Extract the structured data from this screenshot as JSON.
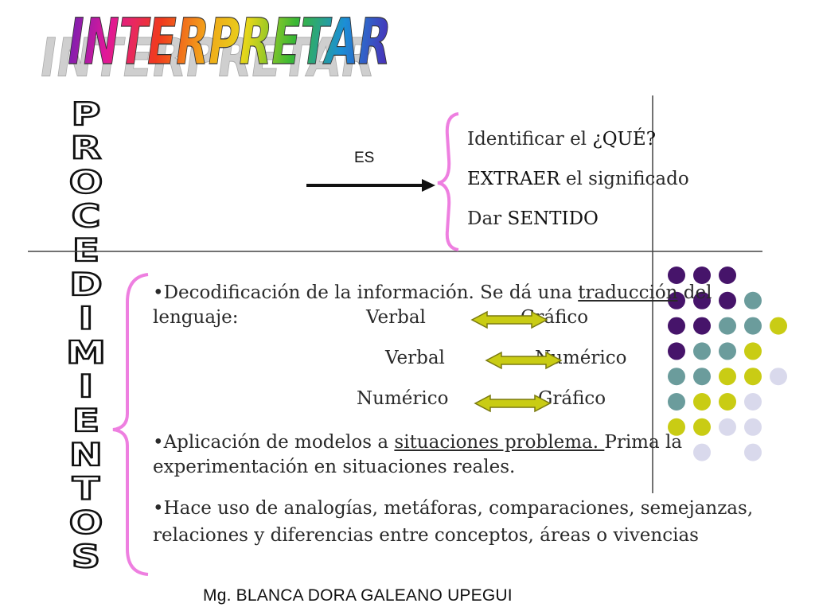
{
  "title": "INTERPRETAR",
  "vertical_title": "PROCEDIMIENTOS",
  "es_label": "ES",
  "definitions": [
    {
      "prefix": "Identificar el ",
      "emph": "¿QUÉ?",
      "suffix": ""
    },
    {
      "prefix": "",
      "emph": "EXTRAER",
      "suffix": " el significado"
    },
    {
      "prefix": "Dar ",
      "emph": "SENTIDO",
      "suffix": ""
    }
  ],
  "bullet1": {
    "pre": "•Decodificación de la información. Se dá una ",
    "underlined": "traducción",
    "post": " del",
    "line2": "lenguaje:"
  },
  "conversions": [
    {
      "left": "Verbal",
      "right": "Gráfico"
    },
    {
      "left": "Verbal",
      "right": "Numérico"
    },
    {
      "left": "Numérico",
      "right": "Gráfico"
    }
  ],
  "bullet2": {
    "pre": "•Aplicación de modelos a ",
    "underlined": "situaciones problema. ",
    "post": "Prima la",
    "line2": "experimentación en situaciones reales."
  },
  "bullet3": {
    "line1": "•Hace uso de analogías, metáforas, comparaciones, semejanzas,",
    "line2": "relaciones y diferencias entre conceptos, áreas o vivencias"
  },
  "footer": "Mg. BLANCA DORA GALEANO UPEGUI",
  "colors": {
    "purple": "#46146a",
    "teal": "#6b9c9c",
    "lime": "#c9cc14",
    "lavender": "#d9d9ec",
    "brace": "#ee7fe0",
    "arrow_fill": "#c9cc14",
    "arrow_stroke": "#7a7a10"
  }
}
